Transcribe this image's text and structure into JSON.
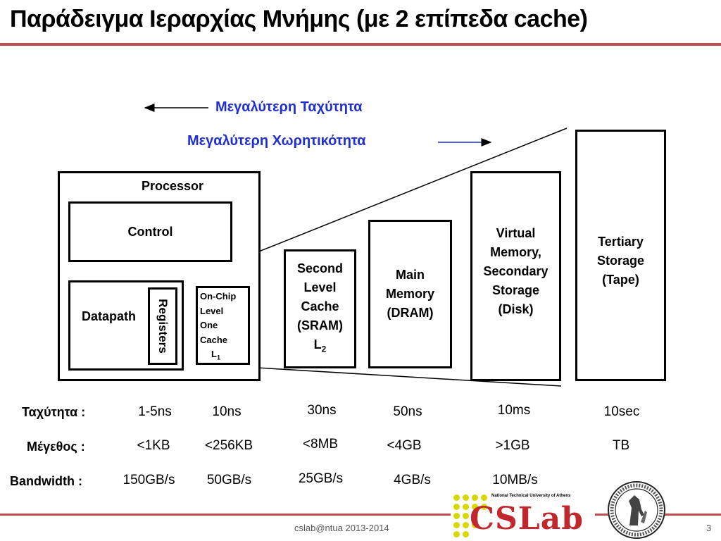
{
  "title": "Παράδειγμα Ιεραρχίας Μνήμης (με 2 επίπεδα cache)",
  "arrows": {
    "speed_label": "Μεγαλύτερη Ταχύτητα",
    "capacity_label": "Μεγαλύτερη Χωρητικότητα"
  },
  "processor": {
    "label": "Processor",
    "control": "Control",
    "datapath": "Datapath",
    "registers": "Registers",
    "l1": [
      "On-Chip",
      "Level",
      "One",
      "Cache"
    ],
    "l1_sub_base": "L",
    "l1_sub": "1"
  },
  "l2": {
    "lines": [
      "Second",
      "Level",
      "Cache",
      "(SRAM)"
    ],
    "base": "L",
    "sub": "2"
  },
  "main_memory": {
    "lines": [
      "Main",
      "Memory",
      "(DRAM)"
    ]
  },
  "virtual_memory": {
    "lines": [
      "Virtual",
      "Memory,",
      "Secondary",
      "Storage",
      "(Disk)"
    ]
  },
  "tertiary": {
    "lines": [
      "Tertiary",
      "Storage",
      "(Tape)"
    ]
  },
  "rows": {
    "speed": {
      "label": "Ταχύτητα :",
      "values": [
        "1-5ns",
        "10ns",
        "30ns",
        "50ns",
        "10ms",
        "10sec"
      ]
    },
    "size": {
      "label": "Μέγεθος :",
      "values": [
        "<1KB",
        "<256KB",
        "<8MB",
        "<4GB",
        ">1GB",
        "TB"
      ]
    },
    "bandwidth": {
      "label": "Bandwidth :",
      "values": [
        "150GB/s",
        "50GB/s",
        "25GB/s",
        "4GB/s",
        "10MB/s"
      ]
    }
  },
  "footer": {
    "text": "cslab@ntua 2013-2014",
    "page": "3",
    "logo_text": "CSLab",
    "logo_caption": "National Technical University of Athens"
  },
  "colors": {
    "accent_rule": "#c0504d",
    "blue_text": "#1f2fd0",
    "logo_red": "#c0282d",
    "logo_yellow": "#d8d800"
  }
}
